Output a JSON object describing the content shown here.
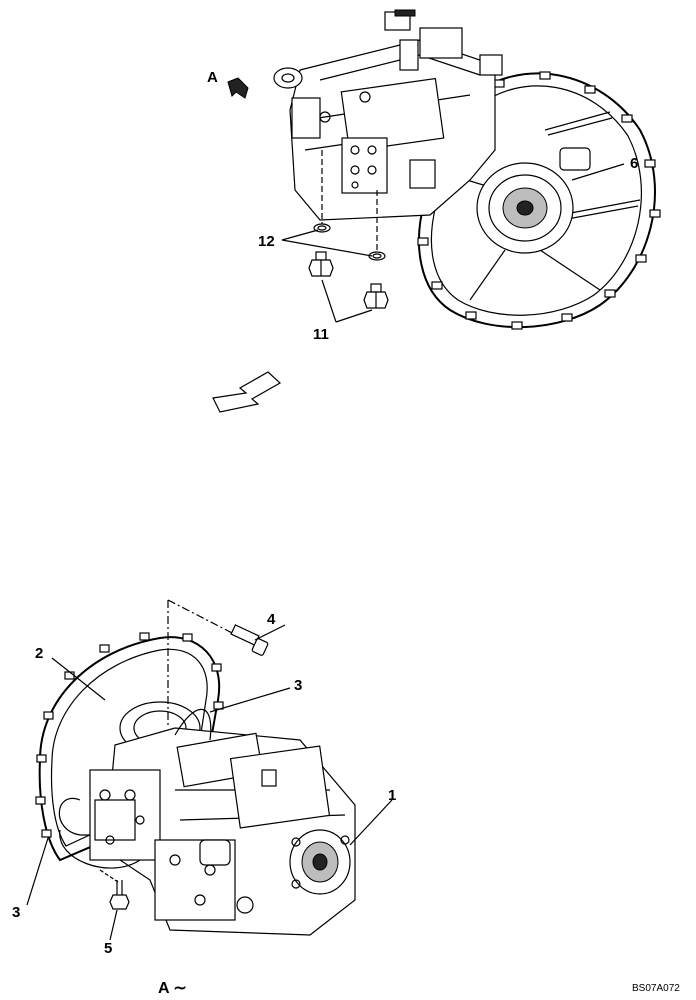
{
  "diagram": {
    "view_a_arrow_label": "A",
    "callouts": {
      "c1": "1",
      "c2": "2",
      "c3a": "3",
      "c3b": "3",
      "c4": "4",
      "c5": "5",
      "c6": "6",
      "c11": "11",
      "c12": "12"
    },
    "view_a_caption": "A ∼",
    "drawing_code": "BS07A072"
  }
}
